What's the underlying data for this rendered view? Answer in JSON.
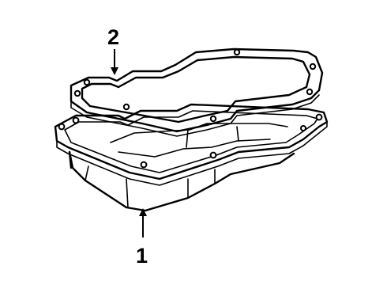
{
  "diagram": {
    "parts": [
      {
        "callout": "1",
        "part": "transmission-oil-pan"
      },
      {
        "callout": "2",
        "part": "oil-pan-gasket"
      }
    ]
  }
}
